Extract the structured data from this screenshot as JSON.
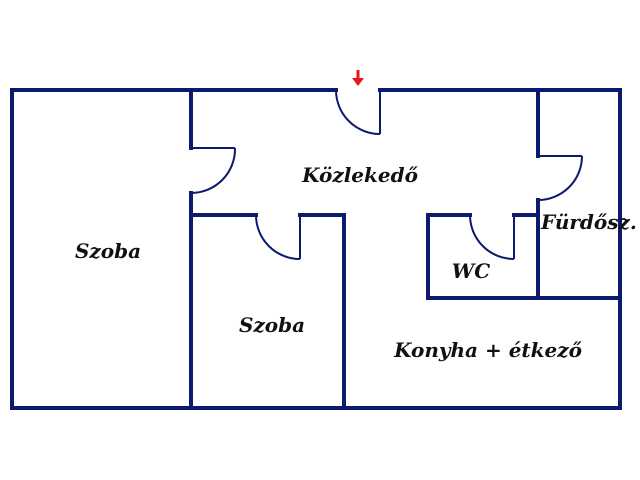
{
  "rooms": {
    "szoba_left": "Szoba",
    "kozlekedo": "Közlekedő",
    "szoba_mid": "Szoba",
    "wc": "WC",
    "furdo": "Fürdősz.",
    "konyha": "Konyha + étkező"
  },
  "colors": {
    "wall": "#0b1a6e",
    "entrance_arrow": "#e8141c"
  },
  "icons": {
    "entrance": "entrance-arrow-icon"
  }
}
